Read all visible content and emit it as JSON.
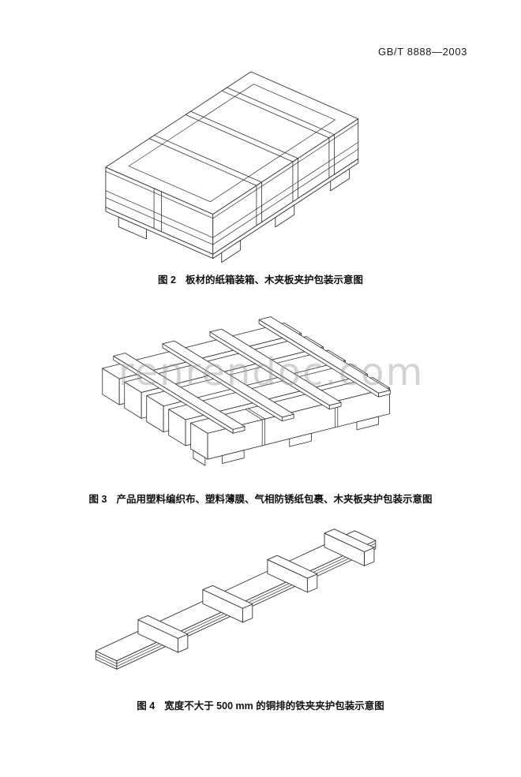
{
  "page": {
    "header": "GB/T 8888—2003",
    "watermark": "renrendoc.com"
  },
  "figures": {
    "fig2": {
      "label": "图 2",
      "caption": "板材的纸箱装箱、木夹板夹护包装示意图"
    },
    "fig3": {
      "label": "图 3",
      "caption": "产品用塑料编织布、塑料薄膜、气相防锈纸包裹、木夹板夹护包装示意图"
    },
    "fig4": {
      "label": "图 4",
      "caption": "宽度不大于 500 mm 的铜排的铁夹夹护包装示意图"
    }
  }
}
